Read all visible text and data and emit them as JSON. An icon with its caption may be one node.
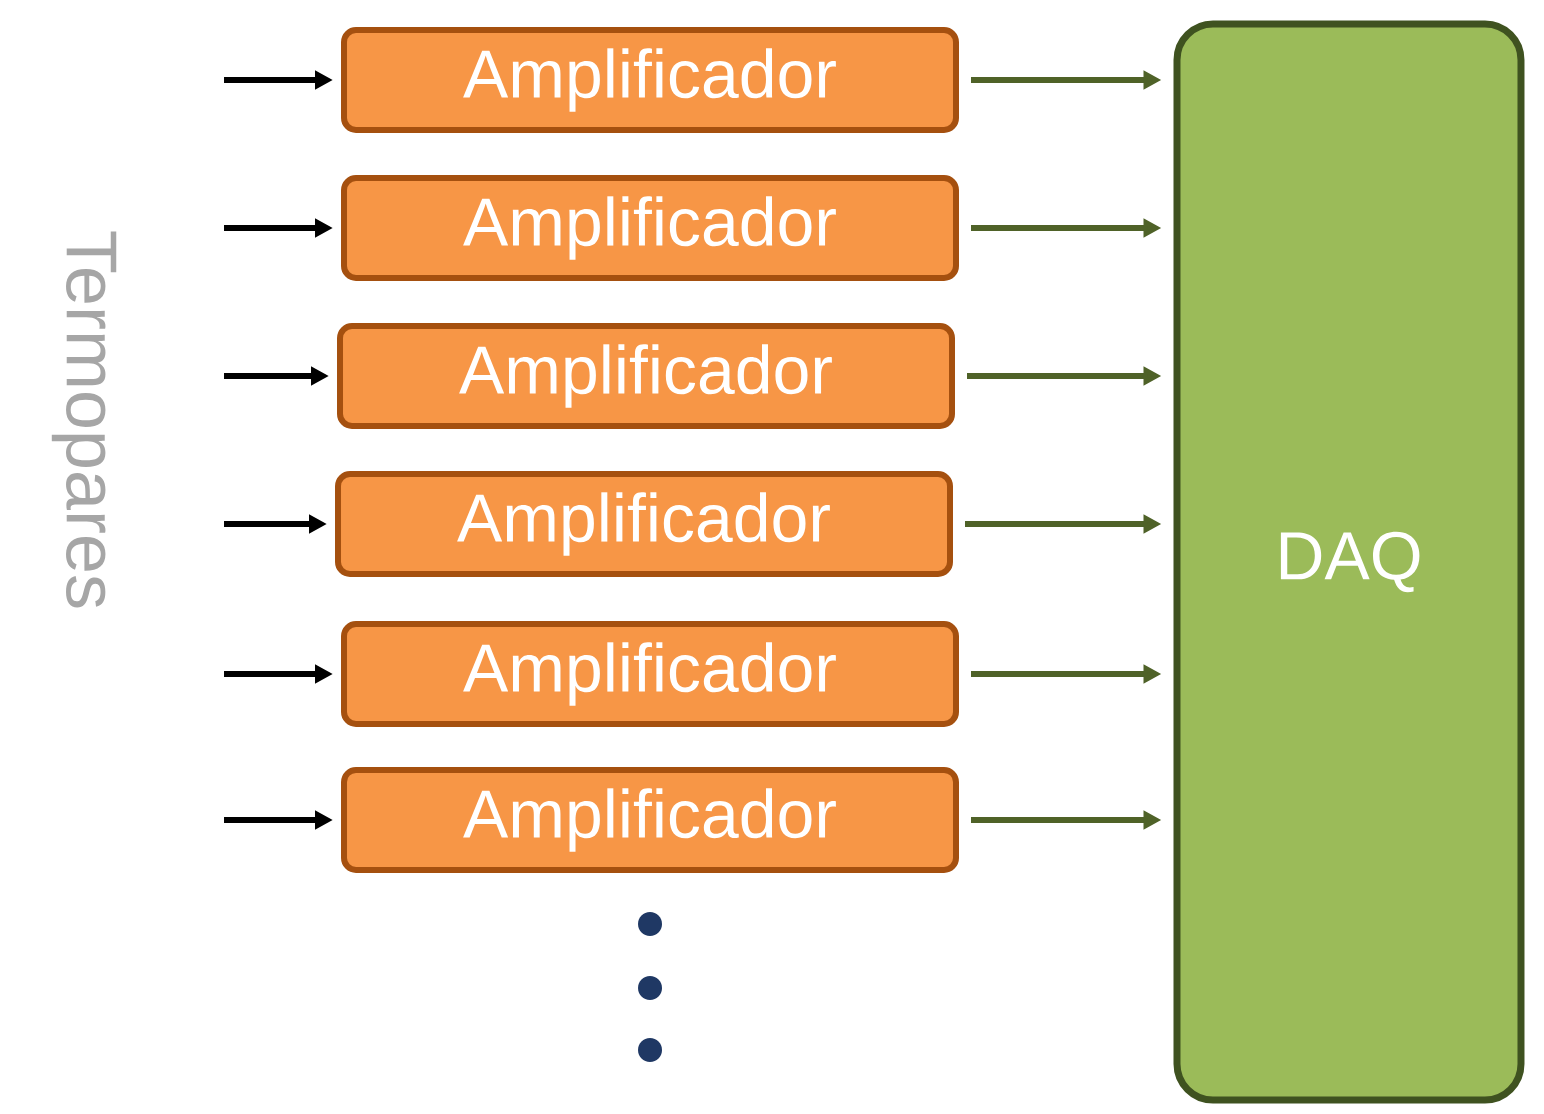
{
  "diagram": {
    "nodes": [
      {
        "text": [
          "Amplificador"
        ]
      },
      {
        "text": [
          "Amplificador"
        ]
      },
      {
        "text": [
          "Amplificador"
        ]
      },
      {
        "text": [
          "Amplificador"
        ]
      },
      {
        "text": [
          "Amplificador"
        ]
      },
      {
        "text": [
          "Amplificador"
        ]
      },
      {
        "text": [
          "DAQ"
        ]
      }
    ],
    "edges": [
      {
        "from": null,
        "to": 0,
        "arrow": "to"
      },
      {
        "from": null,
        "to": 1,
        "arrow": "to"
      },
      {
        "from": null,
        "to": 2,
        "arrow": "to"
      },
      {
        "from": null,
        "to": 3,
        "arrow": "to"
      },
      {
        "from": null,
        "to": 4,
        "arrow": "to"
      },
      {
        "from": null,
        "to": 5,
        "arrow": "to"
      },
      {
        "from": 0,
        "to": 6,
        "arrow": "to",
        "color": "#4f6228"
      },
      {
        "from": 1,
        "to": 6,
        "arrow": "to",
        "color": "#4f6228"
      },
      {
        "from": 2,
        "to": 6,
        "arrow": "to",
        "color": "#4f6228"
      },
      {
        "from": 3,
        "to": 6,
        "arrow": "to",
        "color": "#4f6228"
      },
      {
        "from": 4,
        "to": 6,
        "arrow": "to",
        "color": "#4f6228"
      },
      {
        "from": 5,
        "to": 6,
        "arrow": "to",
        "color": "#4f6228"
      }
    ],
    "labels": [
      "Termopares"
    ]
  }
}
